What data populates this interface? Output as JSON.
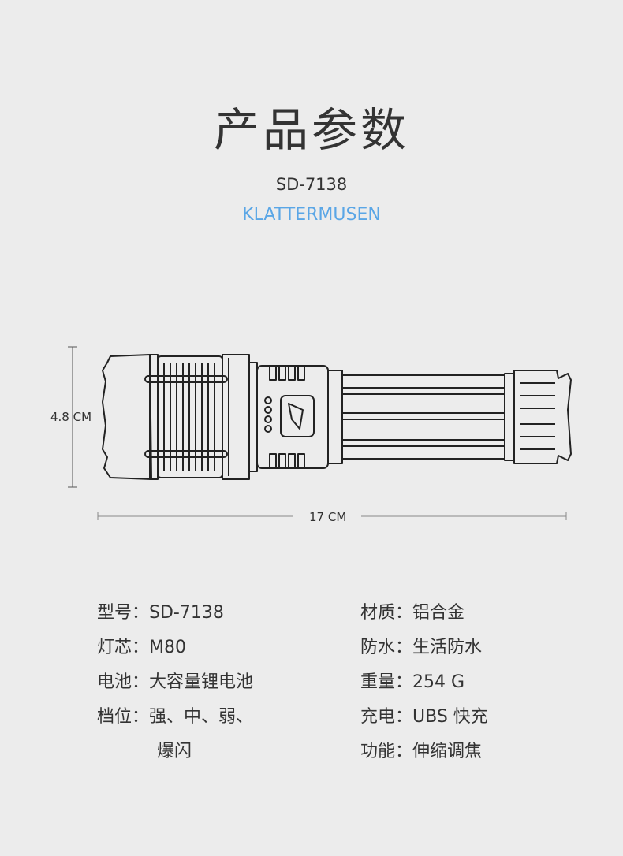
{
  "page": {
    "title": "产品参数",
    "model": "SD-7138",
    "brand": "KLATTERMUSEN"
  },
  "figure": {
    "height_label": "4.8 CM",
    "length_label": "17 CM"
  },
  "specs": {
    "left": [
      {
        "label": "型号：",
        "value": "SD-7138"
      },
      {
        "label": "灯芯：",
        "value": "M80"
      },
      {
        "label": "电池：",
        "value": "大容量锂电池"
      },
      {
        "label": "档位：",
        "value": "强、中、弱、",
        "continuation": "爆闪"
      }
    ],
    "right": [
      {
        "label": "材质：",
        "value": "铝合金"
      },
      {
        "label": "防水：",
        "value": "生活防水"
      },
      {
        "label": "重量：",
        "value": "254 G"
      },
      {
        "label": "充电：",
        "value": "UBS 快充"
      },
      {
        "label": "功能：",
        "value": "伸缩调焦"
      }
    ]
  },
  "colors": {
    "background": "#ececec",
    "text": "#333333",
    "brand": "#5aa6e6"
  }
}
